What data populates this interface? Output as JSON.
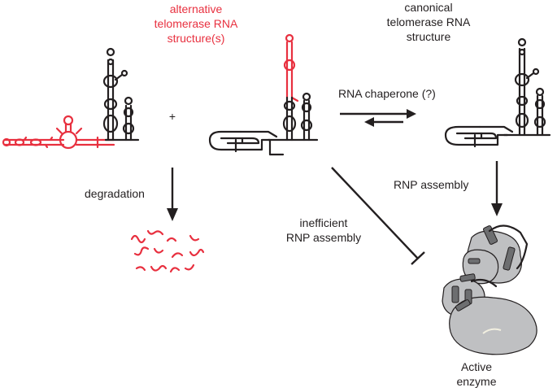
{
  "labels": {
    "alternative": [
      "alternative",
      "telomerase RNA",
      "structure(s)"
    ],
    "canonical": [
      "canonical",
      "telomerase RNA",
      "structure"
    ],
    "plus": "+",
    "chaperone": "RNA chaperone (?)",
    "degradation": "degradation",
    "rnp_assembly": "RNP assembly",
    "inefficient": [
      "inefficient",
      "RNP assembly"
    ],
    "active": [
      "Active",
      "enzyme"
    ]
  },
  "colors": {
    "black": "#231f20",
    "red": "#e8303f",
    "protein": "#bfc0c2",
    "helix": "#6d6e70"
  }
}
